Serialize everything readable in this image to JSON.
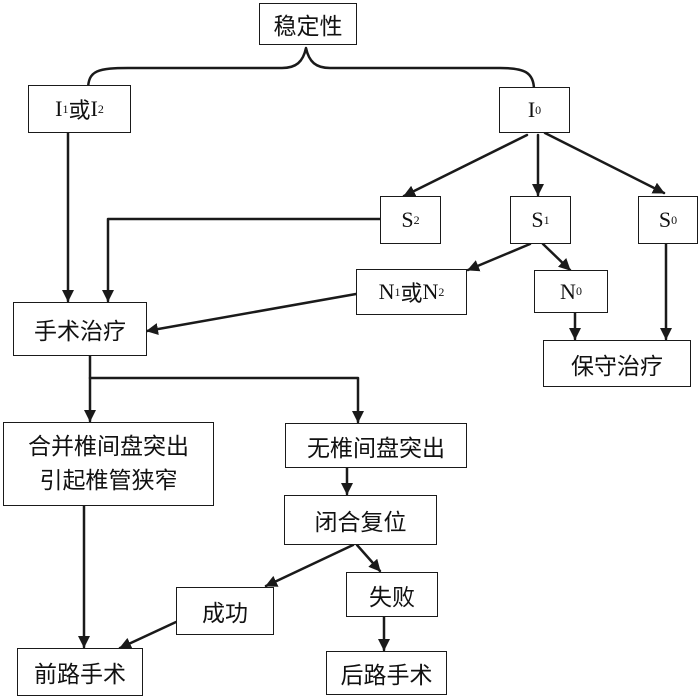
{
  "nodes": {
    "stability": "稳定性",
    "i1_or_i2": {
      "a": "I",
      "a_sub": "1",
      "mid": "或",
      "b": "I",
      "b_sub": "2"
    },
    "i0": {
      "main": "I",
      "sub": "0"
    },
    "s2": {
      "main": "S",
      "sub": "2"
    },
    "s1": {
      "main": "S",
      "sub": "1"
    },
    "s0": {
      "main": "S",
      "sub": "0"
    },
    "n1_or_n2": {
      "a": "N",
      "a_sub": "1",
      "mid": "或",
      "b": "N",
      "b_sub": "2"
    },
    "n0": {
      "main": "N",
      "sub": "0"
    },
    "surgical_treatment": "手术治疗",
    "conservative_treatment": "保守治疗",
    "with_disc_herniation": {
      "line1": "合并椎间盘突出",
      "line2": "引起椎管狭窄"
    },
    "no_disc_herniation": "无椎间盘突出",
    "closed_reduction": "闭合复位",
    "success": "成功",
    "failure": "失败",
    "anterior_surgery": "前路手术",
    "posterior_surgery": "后路手术"
  },
  "colors": {
    "line": "#1a1a1a",
    "text": "#111111",
    "background": "#ffffff"
  }
}
